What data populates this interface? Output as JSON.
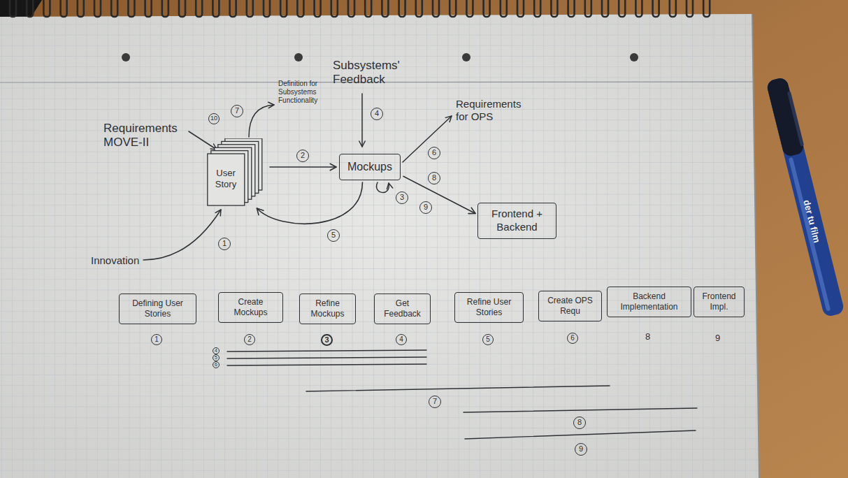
{
  "diagram": {
    "nodes": [
      {
        "text": [
          "User Story"
        ]
      },
      {
        "text": [
          "Mockups"
        ]
      },
      {
        "text": [
          "Frontend + Backend"
        ]
      },
      {
        "text": [
          "Defining User Stories"
        ]
      },
      {
        "text": [
          "Create Mockups"
        ]
      },
      {
        "text": [
          "Refine Mockups"
        ]
      },
      {
        "text": [
          "Get Feedback"
        ]
      },
      {
        "text": [
          "Refine User Stories"
        ]
      },
      {
        "text": [
          "Create OPS Requ"
        ]
      },
      {
        "text": [
          "Backend Implementation"
        ]
      },
      {
        "text": [
          "Frontend Impl."
        ]
      }
    ],
    "edges": [
      {
        "from": 0,
        "to": 1,
        "arrow": "to",
        "label": "2"
      },
      {
        "from": 1,
        "to": 0,
        "arrow": "to",
        "label": "5"
      },
      {
        "from": 1,
        "to": 2,
        "arrow": "to"
      }
    ],
    "labels": [
      "Requirements MOVE-II",
      "10",
      "Definition for Subsystems Functionality",
      "7",
      "Subsystems' Feedback",
      "4",
      "Requirements for OPS",
      "6",
      "3",
      "8",
      "9",
      "1",
      "Innovation",
      "1",
      "2",
      "3",
      "4",
      "5",
      "6",
      "8",
      "9",
      "4",
      "5",
      "6",
      "7",
      "8",
      "9",
      "der tu film"
    ]
  }
}
